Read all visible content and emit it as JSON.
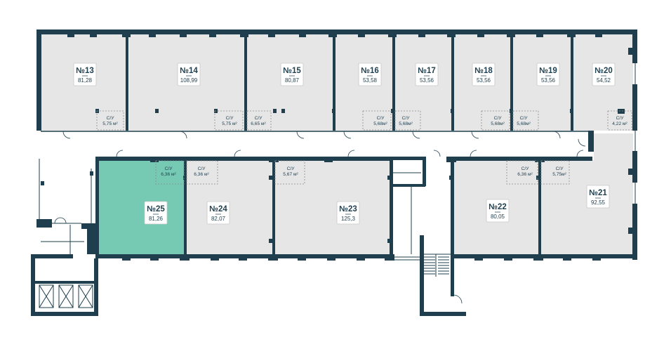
{
  "selected_unit": "№25",
  "colors": {
    "wall": "#1f3f4e",
    "room": "#e6e6e7",
    "selected": "#76c9b2"
  },
  "units": [
    {
      "id": "u13",
      "number": "№13",
      "area": "81,28",
      "wc_label": "С/У",
      "wc_area": "5,75 м²"
    },
    {
      "id": "u14",
      "number": "№14",
      "area": "108,99",
      "wc_label": "С/У",
      "wc_area": "5,75 м²"
    },
    {
      "id": "u15",
      "number": "№15",
      "area": "80,87",
      "wc_label": "С/У",
      "wc_area": "6,65 м²"
    },
    {
      "id": "u16",
      "number": "№16",
      "area": "53,58",
      "wc_label": "С/У",
      "wc_area": "5,68м²"
    },
    {
      "id": "u17",
      "number": "№17",
      "area": "53,56",
      "wc_label": "С/У",
      "wc_area": "5,68м²"
    },
    {
      "id": "u18",
      "number": "№18",
      "area": "53,56",
      "wc_label": "С/У",
      "wc_area": "5,68м²"
    },
    {
      "id": "u19",
      "number": "№19",
      "area": "53,56",
      "wc_label": "С/У",
      "wc_area": "5,68м²"
    },
    {
      "id": "u20",
      "number": "№20",
      "area": "54,52",
      "wc_label": "С/У",
      "wc_area": "4,22 м²"
    },
    {
      "id": "u25",
      "number": "№25",
      "area": "81,26",
      "wc_label": "С/У",
      "wc_area": "6,36 м²"
    },
    {
      "id": "u24",
      "number": "№24",
      "area": "82,07",
      "wc_label": "С/У",
      "wc_area": "6,36 м²"
    },
    {
      "id": "u23",
      "number": "№23",
      "area": "125,3",
      "wc_label": "С/У",
      "wc_area": "5,67 м²"
    },
    {
      "id": "u22",
      "number": "№22",
      "area": "80,05",
      "wc_label": "С/У",
      "wc_area": "6,36 м²"
    },
    {
      "id": "u21",
      "number": "№21",
      "area": "92,55",
      "wc_label": "С/У",
      "wc_area": "5,75м²"
    }
  ]
}
